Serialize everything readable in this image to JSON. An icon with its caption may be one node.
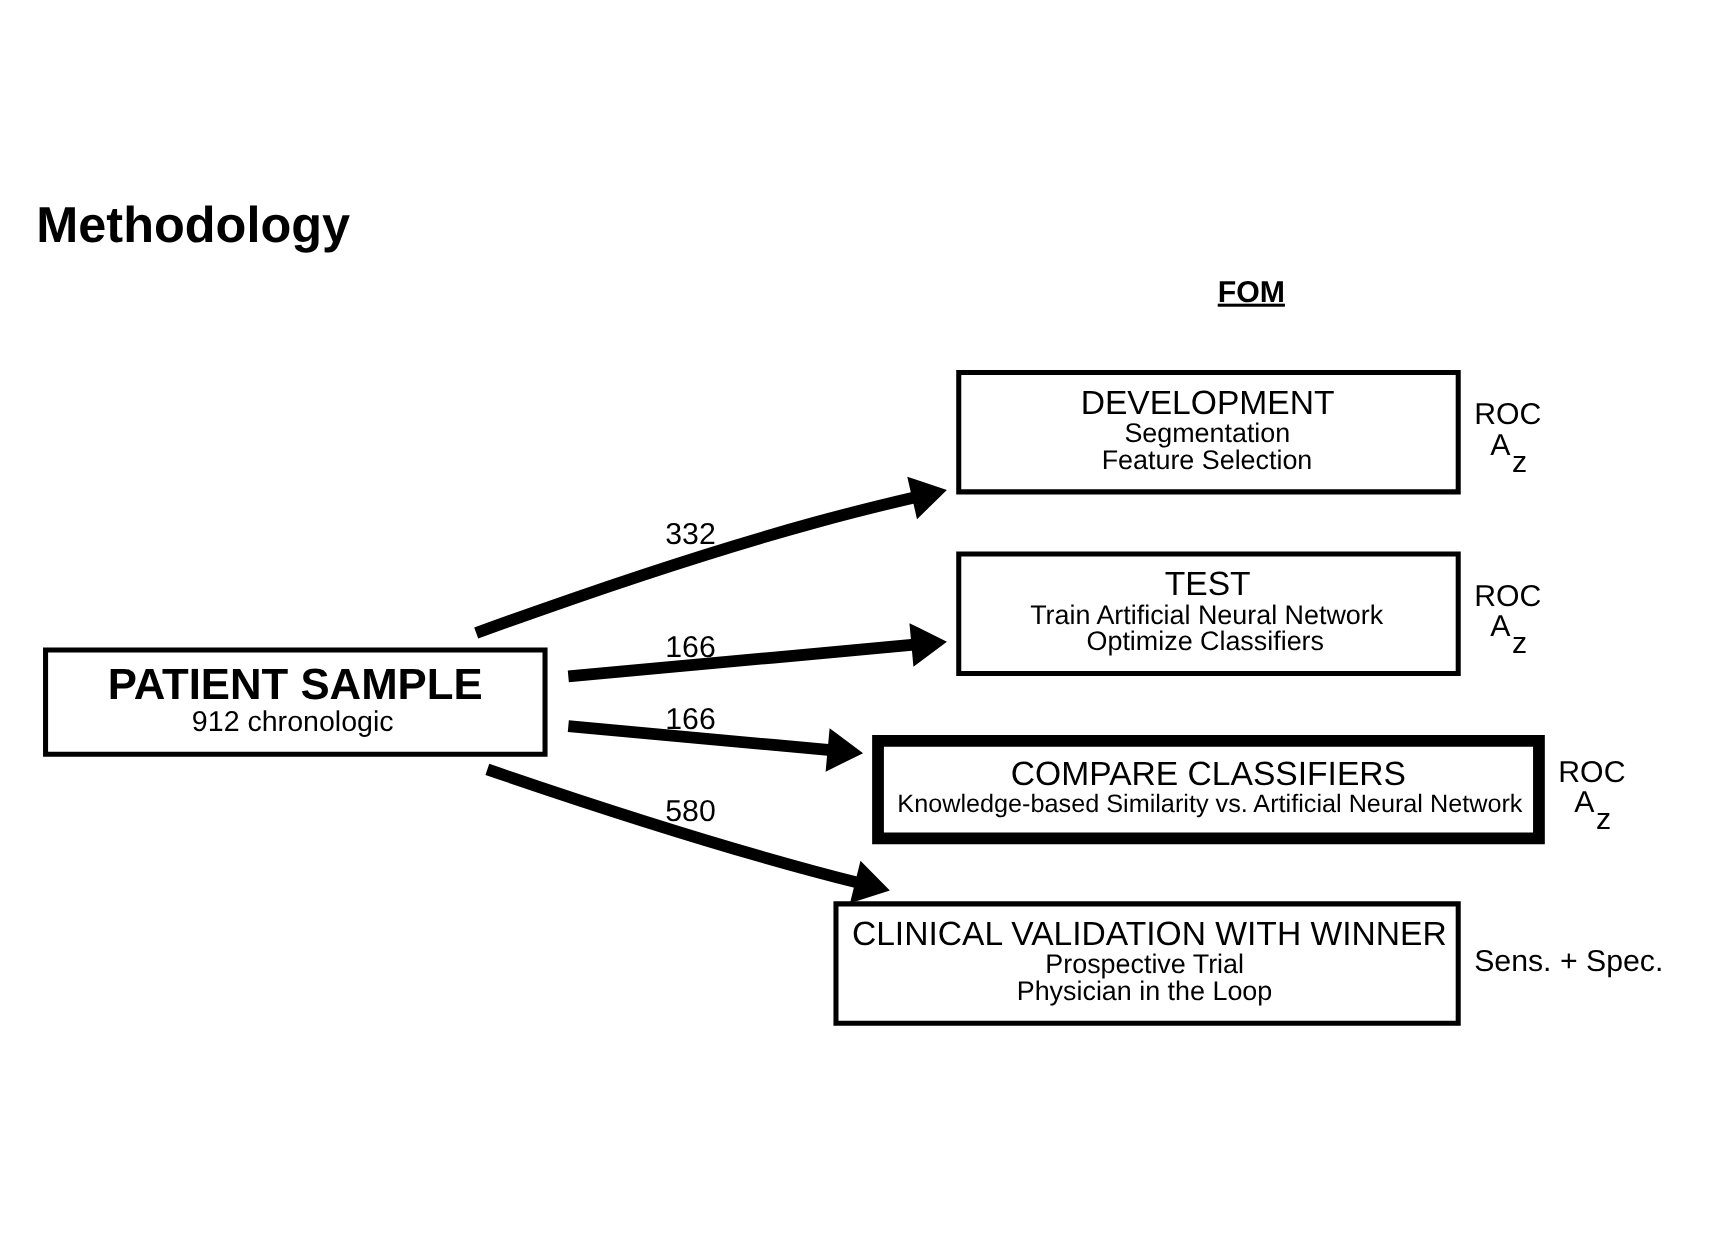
{
  "diagram": {
    "title": "Methodology",
    "nodes": [
      {
        "text": [
          "PATIENT SAMPLE",
          "912 chronologic"
        ]
      },
      {
        "text": [
          "DEVELOPMENT",
          "Segmentation",
          "Feature Selection"
        ],
        "beside": [
          "ROC",
          "A$_{z}$"
        ]
      },
      {
        "text": [
          "TEST",
          "Train Artificial Neural Network",
          "Optimize Classifiers"
        ],
        "beside": [
          "ROC",
          "A$_{z}$"
        ]
      },
      {
        "text": [
          "COMPARE CLASSIFIERS",
          "Knowledge-based Similarity vs. Artificial Neural Network"
        ],
        "beside": [
          "ROC",
          "A$_{z}$"
        ]
      },
      {
        "text": [
          "CLINICAL VALIDATION WITH WINNER",
          "Prospective Trial",
          "Physician in the Loop"
        ],
        "beside": [
          "Sens. + Spec."
        ]
      }
    ],
    "edges": [
      {
        "from": 0,
        "to": 1,
        "arrow": "to",
        "label": "332"
      },
      {
        "from": 0,
        "to": 2,
        "arrow": "to",
        "label": "166"
      },
      {
        "from": 0,
        "to": 3,
        "arrow": "to",
        "label": "166"
      },
      {
        "from": 0,
        "to": 4,
        "arrow": "to",
        "label": "580"
      }
    ],
    "labels": [
      "FOM"
    ]
  }
}
